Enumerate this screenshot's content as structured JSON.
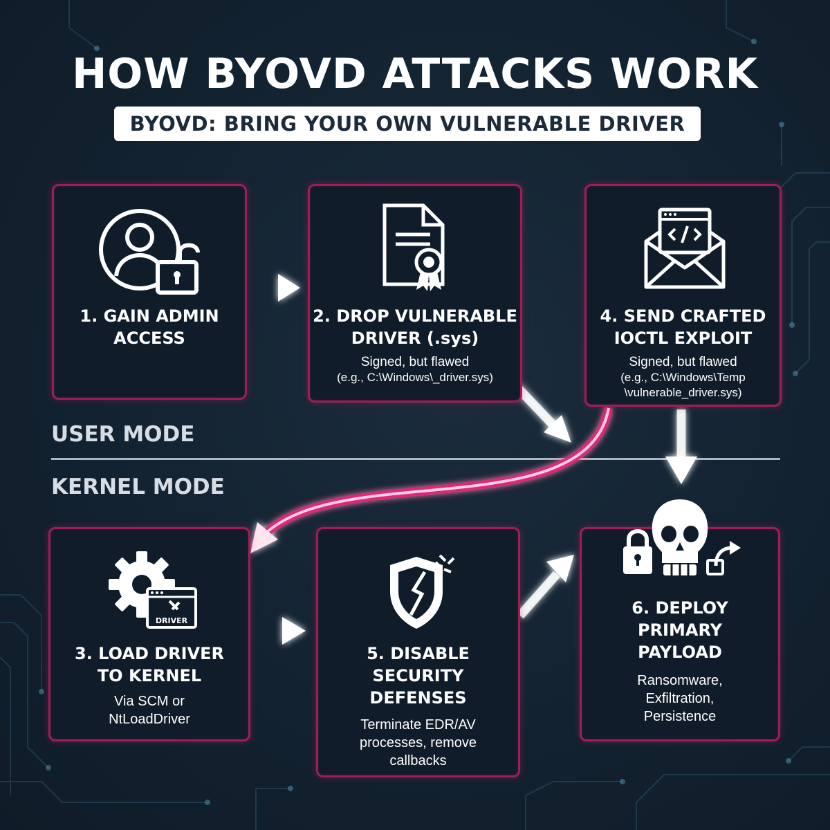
{
  "title": "HOW BYOVD ATTACKS WORK",
  "subtitle": "BYOVD: BRING YOUR OWN VULNERABLE DRIVER",
  "modes": {
    "user": "USER MODE",
    "kernel": "KERNEL MODE"
  },
  "colors": {
    "accent": "#d61f69",
    "border": "#a01e58",
    "card_bg": "#101c29",
    "background": "#142433"
  },
  "steps": [
    {
      "title": [
        "1. GAIN ADMIN",
        "ACCESS"
      ],
      "desc": [],
      "icon": "user-unlock-icon"
    },
    {
      "title": [
        "2. DROP VULNERABLE",
        "DRIVER (.sys)"
      ],
      "desc": [
        "Signed, but flawed",
        "(e.g., C:\\Windows\\_driver.sys)"
      ],
      "icon": "certificate-document-icon"
    },
    {
      "title": [
        "3. LOAD DRIVER",
        "TO KERNEL"
      ],
      "desc": [
        "Via SCM or",
        "NtLoadDriver"
      ],
      "icon": "gear-driver-icon",
      "icon_text": "DRIVER"
    },
    {
      "title": [
        "4. SEND CRAFTED",
        "IOCTL EXPLOIT"
      ],
      "desc": [
        "Signed, but flawed",
        "(e.g., C:\\Windows\\Temp",
        "\\vulnerable_driver.sys)"
      ],
      "icon": "code-envelope-icon"
    },
    {
      "title": [
        "5. DISABLE",
        "SECURITY",
        "DEFENSES"
      ],
      "desc": [
        "Terminate EDR/AV",
        "processes, remove",
        "callbacks"
      ],
      "icon": "broken-shield-icon"
    },
    {
      "title": [
        "6. DEPLOY",
        "PRIMARY",
        "PAYLOAD"
      ],
      "desc": [
        "Ransomware,",
        "Exfiltration,",
        "Persistence"
      ],
      "icon": "skull-lock-exfil-icon"
    }
  ]
}
